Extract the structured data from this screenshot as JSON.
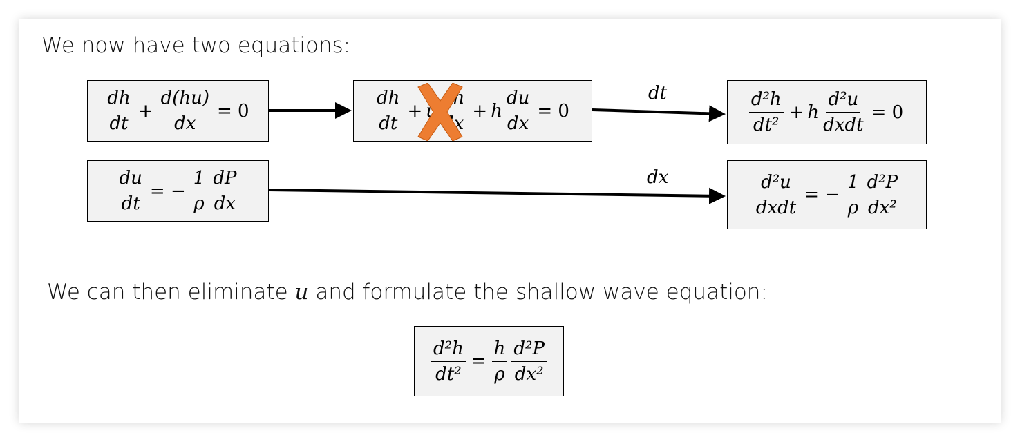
{
  "heading": "We now have two equations:",
  "subheading_prefix": "We can then eliminate ",
  "subheading_var": "u",
  "subheading_suffix": " and formulate the shallow wave equation:",
  "arrow_labels": {
    "dt": "dt",
    "dx": "dx"
  },
  "colors": {
    "cross": "#ed7d31",
    "box_bg": "#f2f2f2"
  },
  "equations": {
    "continuity": [
      {
        "f": [
          "dh",
          "dt"
        ]
      },
      {
        "o": "+"
      },
      {
        "f": [
          "d(hu)",
          "dx"
        ]
      },
      {
        "o": "= 0"
      }
    ],
    "expanded": [
      {
        "f": [
          "dh",
          "dt"
        ]
      },
      {
        "o": "+"
      },
      {
        "t": "u"
      },
      {
        "f": [
          "dh",
          "dx"
        ]
      },
      {
        "o": "+"
      },
      {
        "t": "h"
      },
      {
        "f": [
          "du",
          "dx"
        ]
      },
      {
        "o": "= 0"
      }
    ],
    "continuity_dt": [
      {
        "f": [
          "d²h",
          "dt²"
        ]
      },
      {
        "o": "+"
      },
      {
        "t": "h"
      },
      {
        "f": [
          "d²u",
          "dxdt"
        ]
      },
      {
        "o": "= 0"
      }
    ],
    "momentum": [
      {
        "f": [
          "du",
          "dt"
        ]
      },
      {
        "o": "= −"
      },
      {
        "f": [
          "1",
          "ρ"
        ]
      },
      {
        "f": [
          "dP",
          "dx"
        ]
      }
    ],
    "momentum_dx": [
      {
        "f": [
          "d²u",
          "dxdt"
        ]
      },
      {
        "o": "= −"
      },
      {
        "f": [
          "1",
          "ρ"
        ]
      },
      {
        "f": [
          "d²P",
          "dx²"
        ]
      }
    ],
    "wave": [
      {
        "f": [
          "d²h",
          "dt²"
        ]
      },
      {
        "o": "="
      },
      {
        "f": [
          "h",
          "ρ"
        ]
      },
      {
        "f": [
          "d²P",
          "dx²"
        ]
      }
    ]
  }
}
